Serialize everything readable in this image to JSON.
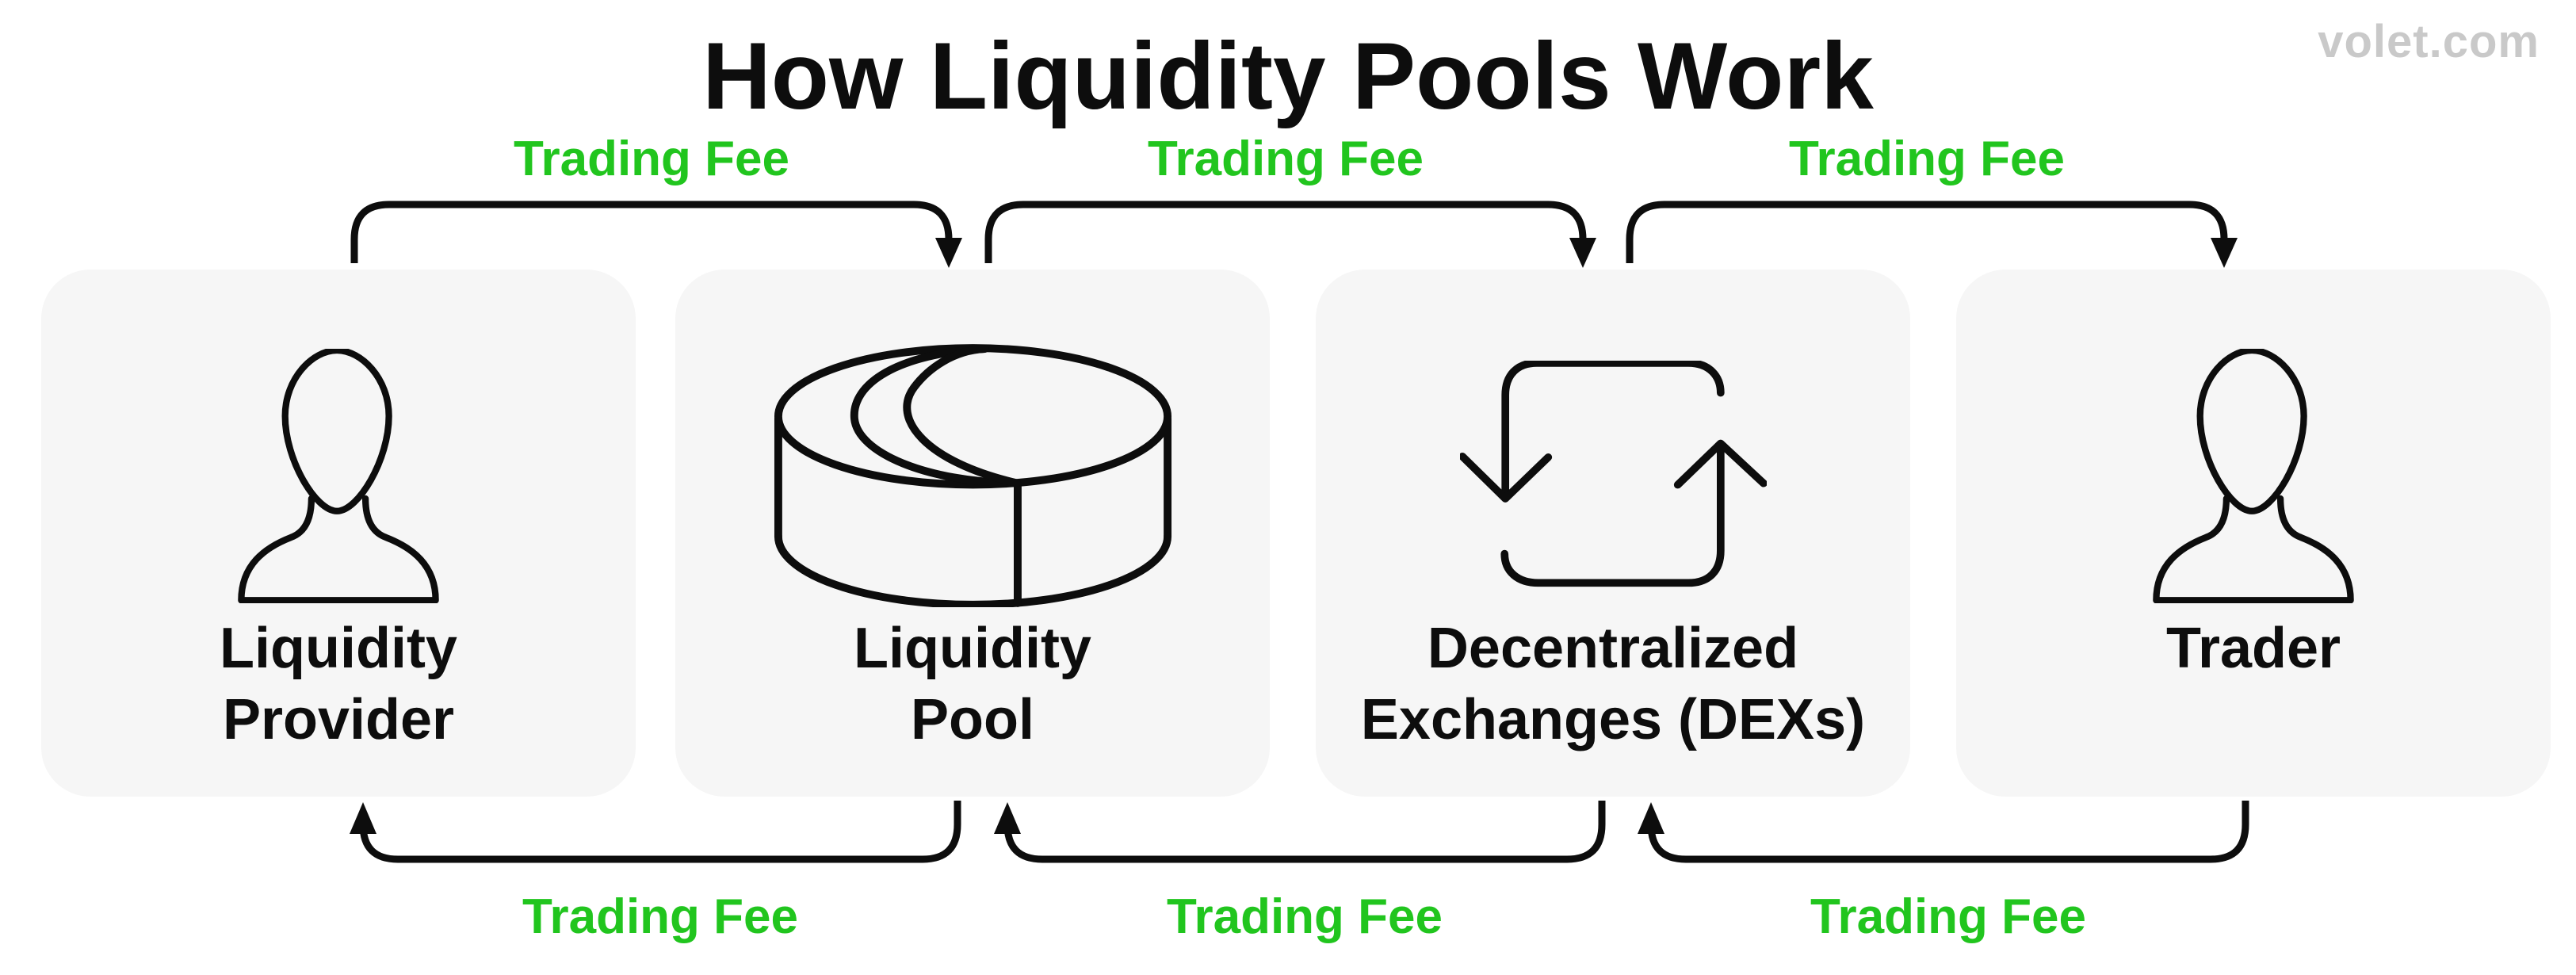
{
  "header": {
    "title": "How Liquidity Pools Work",
    "watermark": "volet.com"
  },
  "colors": {
    "fee_green": "#21c51e",
    "box_background": "#f6f6f6",
    "ink": "#0d0d0d",
    "watermark_gray": "#c9c9c9"
  },
  "boxes": [
    {
      "name": "liquidity-provider",
      "icon": "person-icon",
      "lines": [
        "Liquidity",
        "Provider"
      ]
    },
    {
      "name": "liquidity-pool",
      "icon": "pool-icon",
      "lines": [
        "Liquidity",
        "Pool"
      ]
    },
    {
      "name": "decentralized-exchanges",
      "icon": "swap-icon",
      "lines": [
        "Decentralized",
        "Exchanges (DEXs)"
      ]
    },
    {
      "name": "trader",
      "icon": "person-icon",
      "lines": [
        "Trader"
      ]
    }
  ],
  "arrows": {
    "top": [
      {
        "from": "liquidity-provider",
        "to": "liquidity-pool",
        "direction": "right",
        "label": "Trading Fee"
      },
      {
        "from": "liquidity-pool",
        "to": "decentralized-exchanges",
        "direction": "right",
        "label": "Trading Fee"
      },
      {
        "from": "decentralized-exchanges",
        "to": "trader",
        "direction": "right",
        "label": "Trading Fee"
      }
    ],
    "bottom": [
      {
        "from": "liquidity-pool",
        "to": "liquidity-provider",
        "direction": "left",
        "label": "Trading Fee"
      },
      {
        "from": "decentralized-exchanges",
        "to": "liquidity-pool",
        "direction": "left",
        "label": "Trading Fee"
      },
      {
        "from": "trader",
        "to": "decentralized-exchanges",
        "direction": "left",
        "label": "Trading Fee"
      }
    ]
  }
}
